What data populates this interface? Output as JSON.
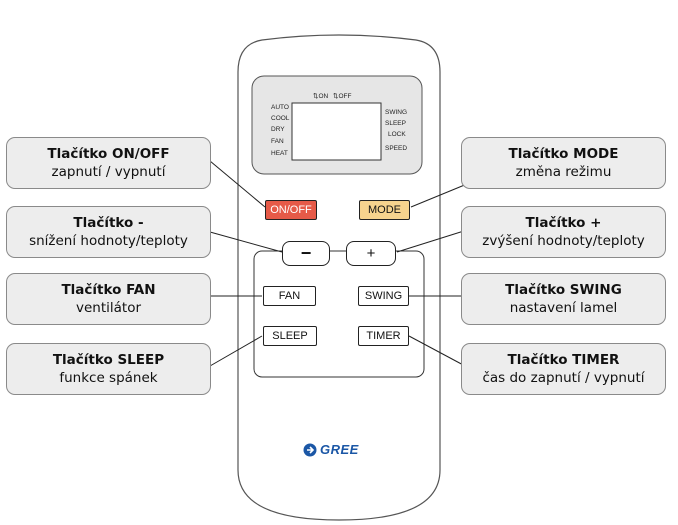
{
  "lcd": {
    "top_labels": [
      "ON",
      "OFF"
    ],
    "left_labels": [
      "AUTO",
      "COOL",
      "DRY",
      "FAN",
      "HEAT"
    ],
    "right_labels": [
      "SWING",
      "SLEEP",
      "LOCK",
      "SPEED"
    ]
  },
  "buttons": {
    "onoff": "ON/OFF",
    "mode": "MODE",
    "minus": "−",
    "plus": "+",
    "fan": "FAN",
    "swing": "SWING",
    "sleep": "SLEEP",
    "timer": "TIMER"
  },
  "callouts": {
    "onoff": {
      "title": "Tlačítko ON/OFF",
      "desc": "zapnutí / vypnutí"
    },
    "minus": {
      "title": "Tlačítko -",
      "desc": "snížení hodnoty/teploty"
    },
    "fan": {
      "title": "Tlačítko FAN",
      "desc": "ventilátor"
    },
    "sleep": {
      "title": "Tlačítko SLEEP",
      "desc": "funkce spánek"
    },
    "mode": {
      "title": "Tlačítko MODE",
      "desc": "změna režimu"
    },
    "plus": {
      "title": "Tlačítko +",
      "desc": "zvýšení hodnoty/teploty"
    },
    "swing": {
      "title": "Tlačítko SWING",
      "desc": "nastavení lamel"
    },
    "timer": {
      "title": "Tlačítko TIMER",
      "desc": "čas do zapnutí / vypnutí"
    }
  },
  "logo": {
    "text": "GREE",
    "color": "#1b57a6"
  },
  "colors": {
    "onoff_button": "#e65a48",
    "mode_button": "#f6d38e",
    "callout_fill": "#ededed"
  }
}
